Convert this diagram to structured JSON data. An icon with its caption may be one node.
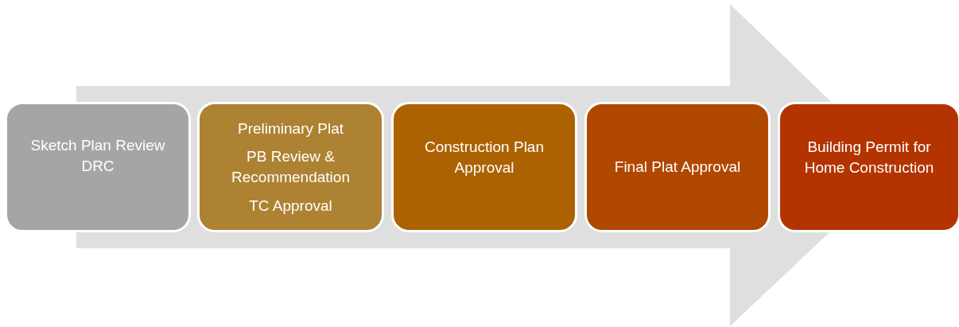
{
  "diagram": {
    "nodes": [
      {
        "text": [
          "Sketch Plan Review DRC"
        ]
      },
      {
        "text": [
          "Preliminary Plat",
          "PB Review & Recommendation",
          "TC Approval"
        ]
      },
      {
        "text": [
          "Construction Plan Approval"
        ]
      },
      {
        "text": [
          "Final Plat Approval"
        ]
      },
      {
        "text": [
          "Building Permit for Home Construction"
        ]
      }
    ],
    "edges": [
      {
        "from": 0,
        "to": 4,
        "arrow": "to"
      }
    ]
  }
}
